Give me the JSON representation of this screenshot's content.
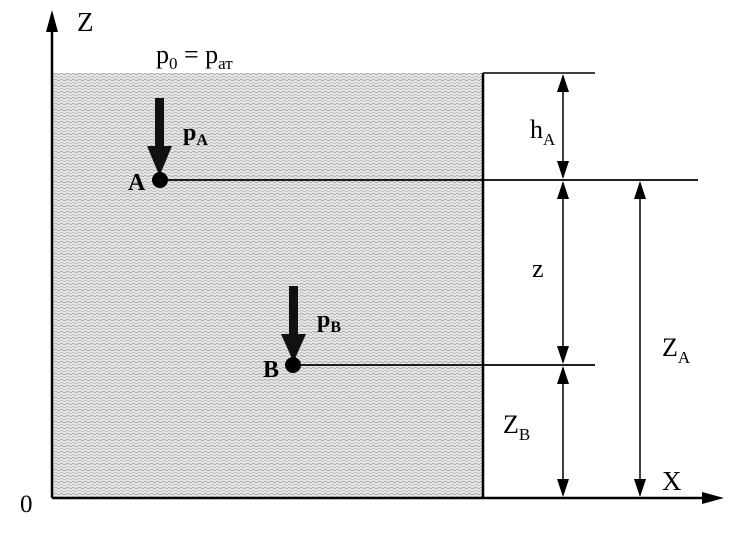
{
  "axes": {
    "z_label": "Z",
    "x_label": "X",
    "origin_label": "0"
  },
  "surface_pressure": {
    "p_sym": "p",
    "p_sub": "0",
    "equals": " = ",
    "p2_sym": "p",
    "p2_sub": "ат"
  },
  "point_a": {
    "label": "A",
    "pressure_sym": "p",
    "pressure_sub": "A"
  },
  "point_b": {
    "label": "B",
    "pressure_sym": "p",
    "pressure_sub": "B"
  },
  "dimensions": {
    "h_a": {
      "sym": "h",
      "sub": "A"
    },
    "z": {
      "sym": "z"
    },
    "z_b": {
      "sym": "Z",
      "sub": "B"
    },
    "z_a": {
      "sym": "Z",
      "sub": "A"
    }
  },
  "colors": {
    "line": "#000000",
    "liquid_fill": "#d9d9d9"
  }
}
